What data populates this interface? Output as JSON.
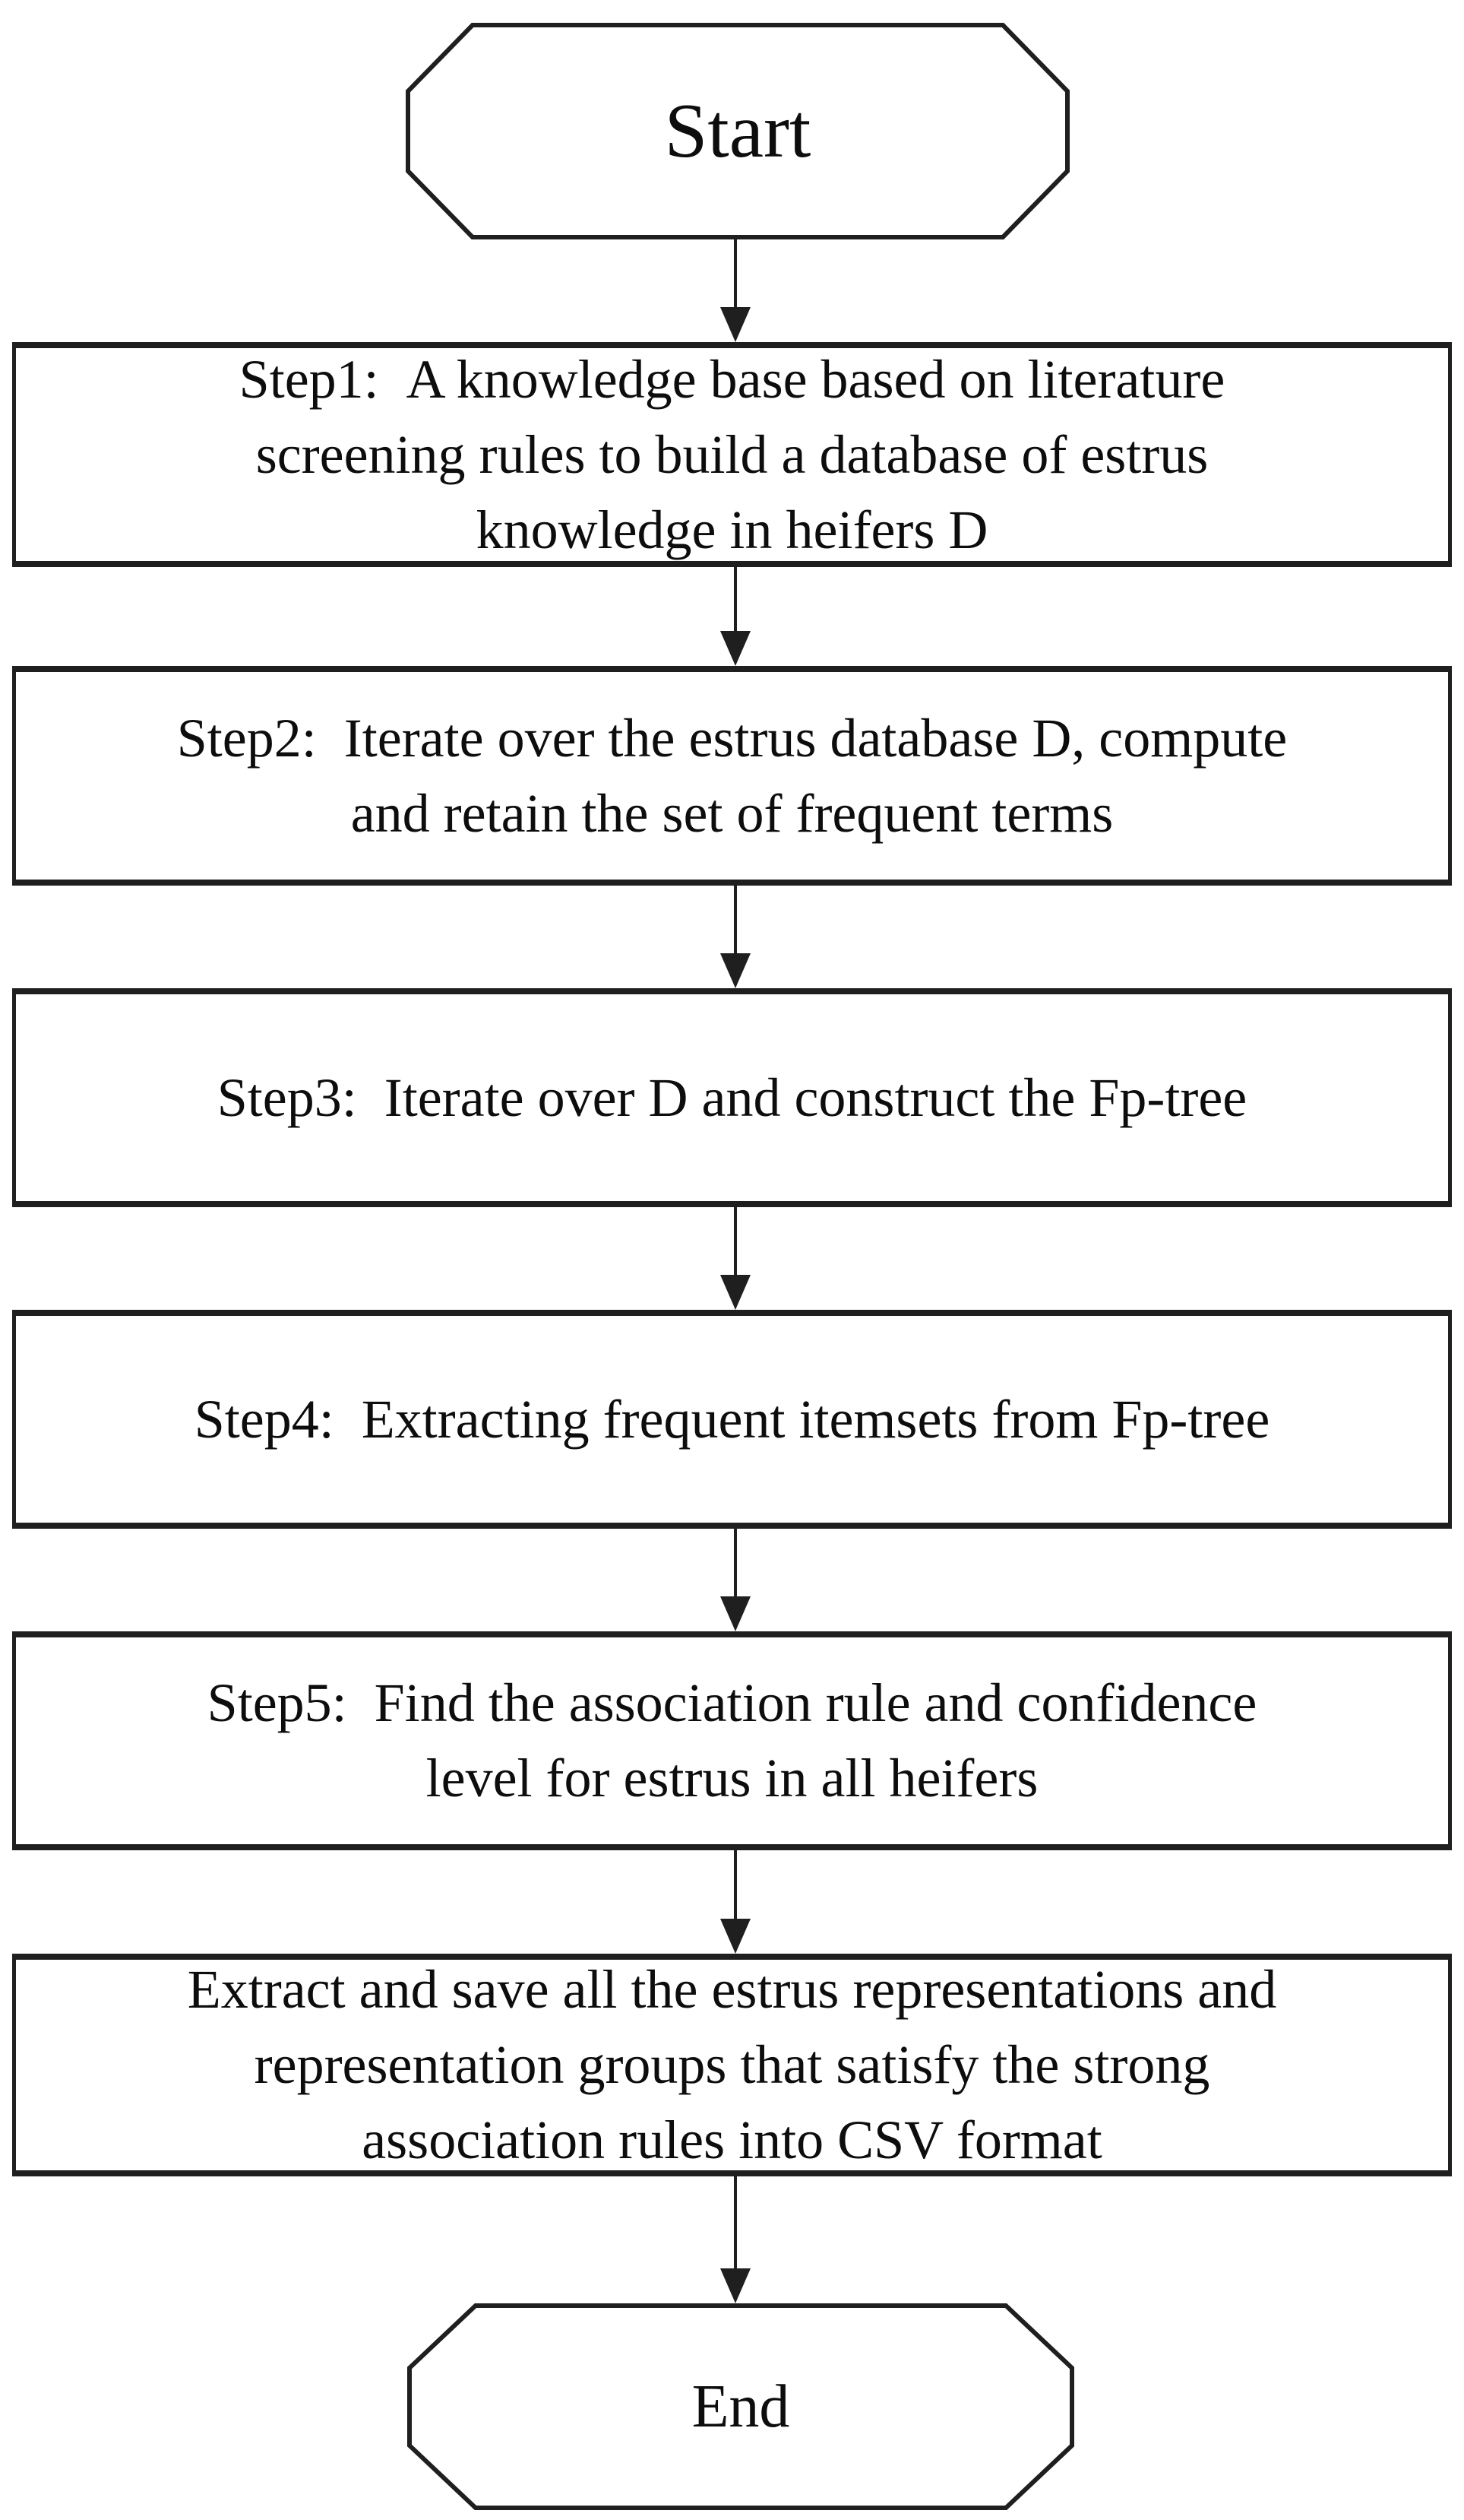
{
  "canvas": {
    "background": "#ffffff",
    "stroke_color": "#1f1f1f",
    "text_color": "#0d0d0d"
  },
  "nodes": [
    {
      "id": "start",
      "type": "terminator",
      "shape": "octagon",
      "label": "Start"
    },
    {
      "id": "step1",
      "type": "process",
      "shape": "rectangle",
      "label": "Step1: A knowledge base based on literature\nscreening rules to build a database of estrus\nknowledge in heifers D"
    },
    {
      "id": "step2",
      "type": "process",
      "shape": "rectangle",
      "label": "Step2: Iterate over the estrus database D, compute\nand retain the set of frequent terms"
    },
    {
      "id": "step3",
      "type": "process",
      "shape": "rectangle",
      "label": "Step3: Iterate over D and construct the Fp-tree"
    },
    {
      "id": "step4",
      "type": "process",
      "shape": "rectangle",
      "label": "Step4: Extracting frequent itemsets from Fp-tree"
    },
    {
      "id": "step5",
      "type": "process",
      "shape": "rectangle",
      "label": "Step5: Find the association rule and confidence\nlevel for estrus in all heifers"
    },
    {
      "id": "extract",
      "type": "process",
      "shape": "rectangle",
      "label": "Extract and save all the estrus representations and\nrepresentation groups that satisfy the strong\nassociation rules into CSV format"
    },
    {
      "id": "end",
      "type": "terminator",
      "shape": "octagon",
      "label": "End"
    }
  ],
  "edges": [
    {
      "from": "start",
      "to": "step1"
    },
    {
      "from": "step1",
      "to": "step2"
    },
    {
      "from": "step2",
      "to": "step3"
    },
    {
      "from": "step3",
      "to": "step4"
    },
    {
      "from": "step4",
      "to": "step5"
    },
    {
      "from": "step5",
      "to": "extract"
    },
    {
      "from": "extract",
      "to": "end"
    }
  ]
}
